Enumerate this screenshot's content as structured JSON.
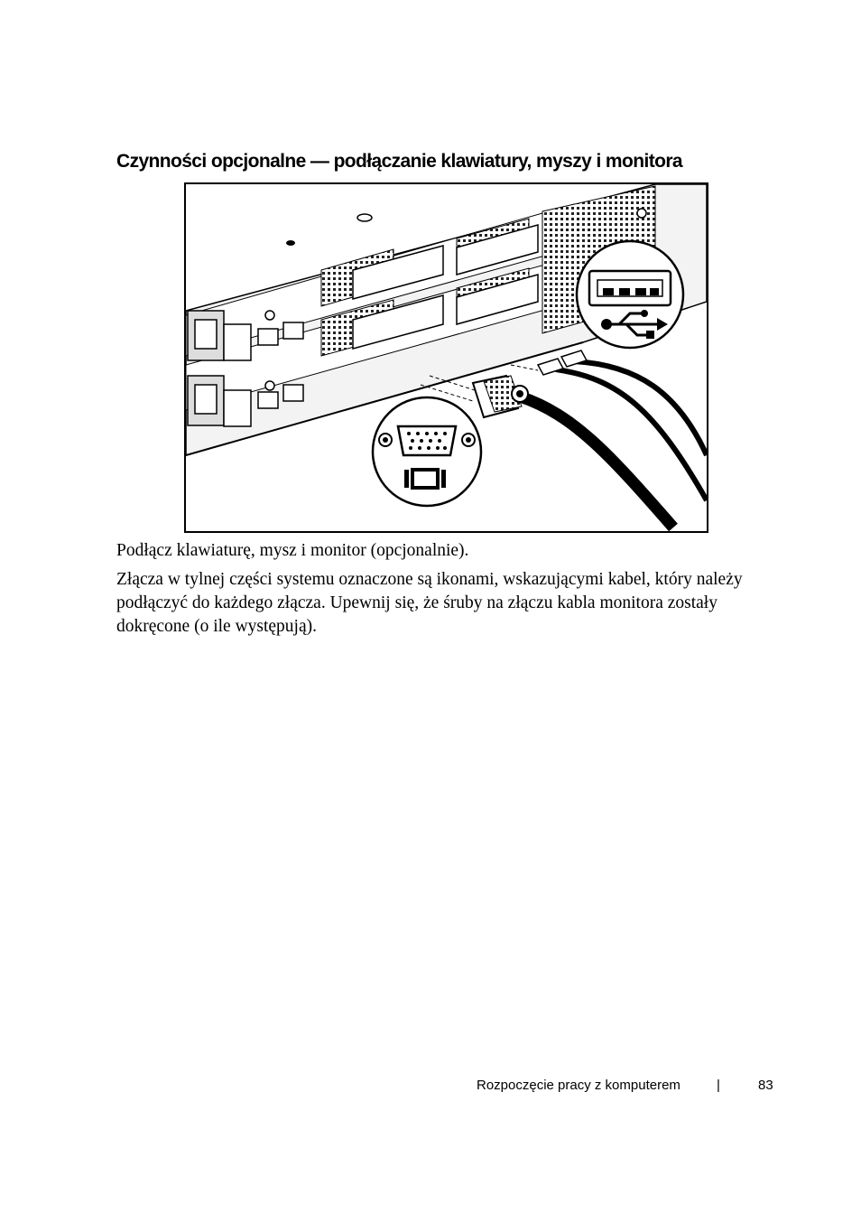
{
  "section_heading": "Czynności opcjonalne — podłączanie klawiatury, myszy i monitora",
  "paragraphs": [
    "Podłącz klawiaturę, mysz i monitor (opcjonalnie).",
    "Złącza w tylnej części systemu oznaczone są ikonami, wskazującymi kabel, który należy podłączyć do każdego złącza. Upewnij się, że śruby na złączu kabla monitora zostały dokręcone (o ile występują)."
  ],
  "footer": {
    "section": "Rozpoczęcie pracy z komputerem",
    "separator": "|",
    "page_number": "83"
  },
  "figure": {
    "icons": [
      "usb-icon",
      "vga-video-icon"
    ]
  }
}
